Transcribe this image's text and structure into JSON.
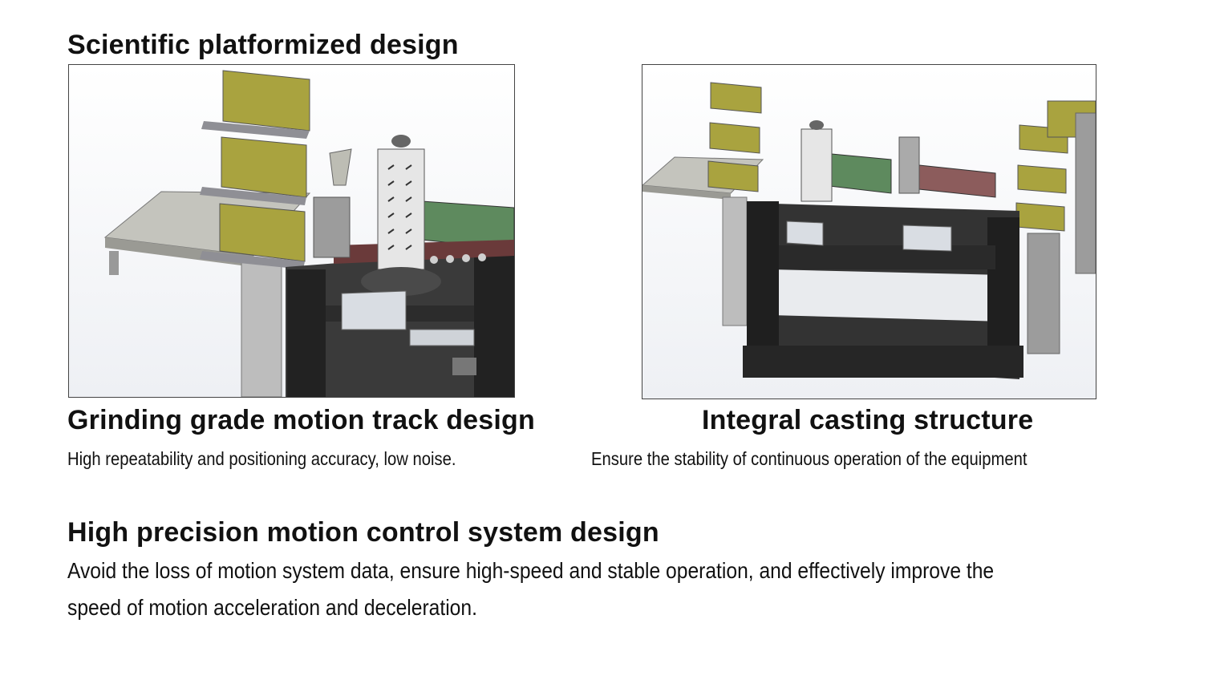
{
  "section1": {
    "title": "Scientific platformized design"
  },
  "features": [
    {
      "title": "Grinding grade motion track design",
      "description": "High repeatability and positioning accuracy, low noise."
    },
    {
      "title": "Integral casting structure",
      "description": "Ensure the stability of continuous operation of the equipment"
    }
  ],
  "section2": {
    "title": "High precision motion control system design",
    "description_line1": "Avoid the loss of motion system data, ensure high-speed and stable operation, and effectively improve the",
    "description_line2": "speed of motion acceleration and deceleration."
  },
  "colors": {
    "text": "#111111",
    "motor_yellow": "#a9a33f",
    "frame_black": "#2a2a2a",
    "rail_green": "#5e8a5e",
    "panel_gray": "#b9b9b2"
  }
}
